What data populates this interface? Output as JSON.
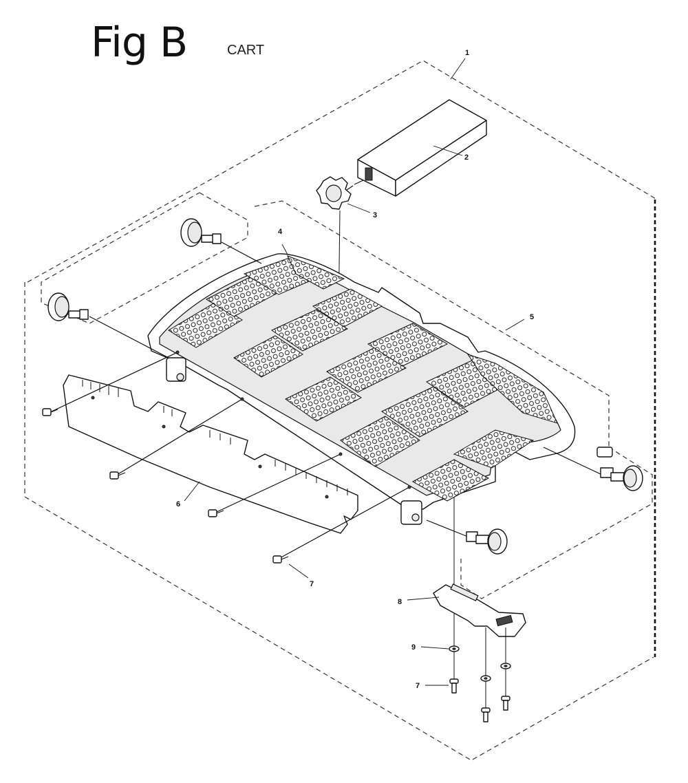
{
  "header": {
    "figure_label": "Fig B",
    "subtitle": "CART"
  },
  "callouts": [
    {
      "id": "c1",
      "number": "1"
    },
    {
      "id": "c2",
      "number": "2"
    },
    {
      "id": "c3",
      "number": "3"
    },
    {
      "id": "c4",
      "number": "4"
    },
    {
      "id": "c5",
      "number": "5"
    },
    {
      "id": "c6",
      "number": "6"
    },
    {
      "id": "c7a",
      "number": "7"
    },
    {
      "id": "c8",
      "number": "8"
    },
    {
      "id": "c9",
      "number": "9"
    },
    {
      "id": "c7b",
      "number": "7"
    }
  ]
}
